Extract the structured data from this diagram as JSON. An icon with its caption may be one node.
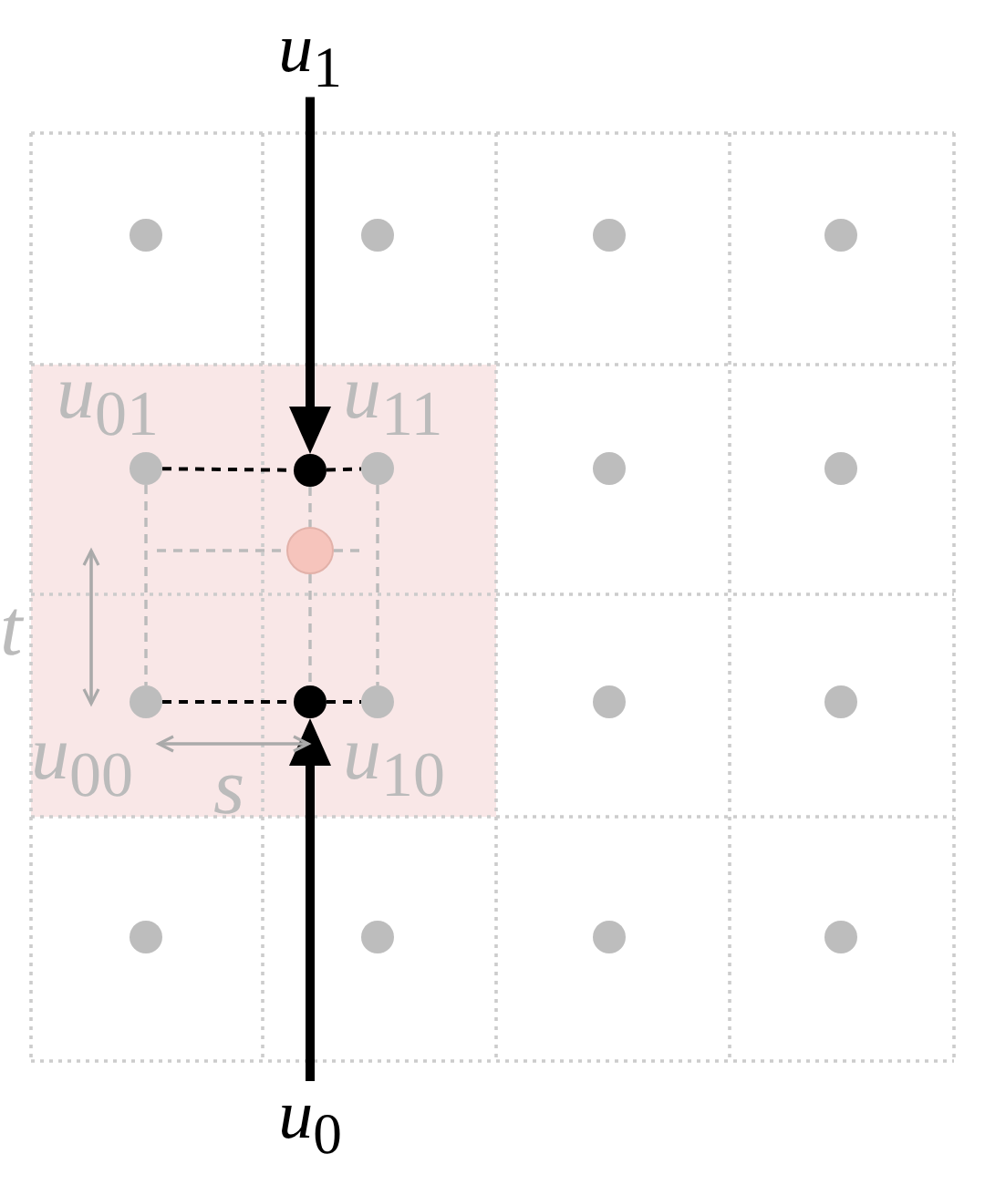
{
  "diagram": {
    "nodes": [
      {
        "text": [
          "*u*$_{1}$"
        ]
      },
      {
        "text": [],
        "shape": "circle"
      },
      {
        "text": [],
        "shape": "circle"
      },
      {
        "text": [],
        "shape": "circle"
      },
      {
        "text": [],
        "shape": "circle"
      },
      {
        "text": [],
        "shape": "circle",
        "beside": [
          "*u*$_{01}$"
        ]
      },
      {
        "text": [],
        "shape": "circle"
      },
      {
        "text": [],
        "shape": "circle",
        "beside": [
          "*u*$_{11}$"
        ]
      },
      {
        "text": [],
        "shape": "circle"
      },
      {
        "text": [],
        "shape": "circle"
      },
      {
        "text": [],
        "shape": "circle"
      },
      {
        "text": [],
        "shape": "circle",
        "beside": [
          "*u*$_{00}$"
        ]
      },
      {
        "text": [],
        "shape": "circle"
      },
      {
        "text": [],
        "shape": "circle",
        "beside": [
          "*u*$_{10}$"
        ]
      },
      {
        "text": [],
        "shape": "circle"
      },
      {
        "text": [],
        "shape": "circle"
      },
      {
        "text": [],
        "shape": "circle"
      },
      {
        "text": [],
        "shape": "circle"
      },
      {
        "text": [],
        "shape": "circle"
      },
      {
        "text": [],
        "shape": "circle"
      },
      {
        "text": [
          "*u*$_{0}$"
        ]
      }
    ],
    "edges": [
      {
        "from": 0,
        "to": 6,
        "arrow": "to",
        "style": "thick"
      },
      {
        "from": 20,
        "to": 12,
        "arrow": "to",
        "style": "thick"
      },
      {
        "from": 5,
        "to": 6,
        "arrow": "none",
        "style": "dashed"
      },
      {
        "from": 6,
        "to": 7,
        "arrow": "none",
        "style": "dashed"
      },
      {
        "from": 11,
        "to": 12,
        "arrow": "none",
        "style": "dashed"
      },
      {
        "from": 12,
        "to": 13,
        "arrow": "none",
        "style": "dashed"
      },
      {
        "from": 5,
        "to": 11,
        "arrow": "none",
        "style": "dashed",
        "color": "#bbbbbb"
      },
      {
        "from": 7,
        "to": 13,
        "arrow": "none",
        "style": "dashed",
        "color": "#bbbbbb"
      },
      {
        "from": 6,
        "to": 10,
        "arrow": "none",
        "style": "dashed",
        "color": "#bbbbbb"
      },
      {
        "from": 10,
        "to": 12,
        "arrow": "none",
        "style": "dashed",
        "color": "#bbbbbb"
      },
      {
        "from": null,
        "to": 10,
        "arrow": "none",
        "style": "dashed",
        "color": "#bbbbbb"
      },
      {
        "from": 10,
        "to": null,
        "arrow": "none",
        "style": "dashed",
        "color": "#bbbbbb"
      }
    ],
    "labels": [
      "t",
      "s"
    ]
  }
}
